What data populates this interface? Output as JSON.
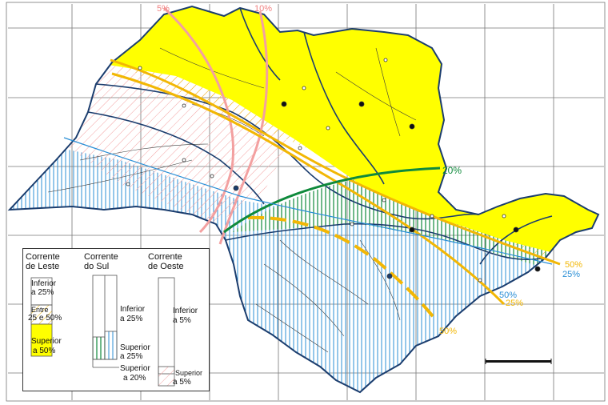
{
  "map": {
    "colors": {
      "east": "#ffff00",
      "east_border": "#f2b705",
      "south": "#2b8fd6",
      "west": "#f3a0a0",
      "green_line": "#0f8a3c",
      "outline": "#1b3d6e",
      "rivers": "#3a3a3a",
      "grid": "#777777"
    },
    "isoline_labels": {
      "west_5": "5%",
      "west_10": "10%",
      "green_20": "20%",
      "yellow_50_right": "50%",
      "blue_25_right": "25%",
      "blue_50_right": "50%",
      "yellow_25_right": "25%",
      "yellow_50_bottom": "50%"
    }
  },
  "legend": {
    "east": {
      "title_line1": "Corrente",
      "title_line2": "de Leste",
      "items": [
        {
          "label1": "Inferior",
          "label2": "a 25%"
        },
        {
          "label1": "Entre",
          "label2": "25 e 50%"
        },
        {
          "label1": "Superior",
          "label2": "a 50%"
        }
      ]
    },
    "south": {
      "title_line1": "Corrente",
      "title_line2": "do Sul",
      "items": [
        {
          "label1": "Inferior",
          "label2": "a 25%"
        },
        {
          "label1": "Superior",
          "label2": "a 25%"
        },
        {
          "label1": "Superior",
          "label2": "a 20%"
        }
      ]
    },
    "west": {
      "title_line1": "Corrente",
      "title_line2": "de Oeste",
      "items": [
        {
          "label1": "Inferior",
          "label2": "a 5%"
        },
        {
          "label1": "Superior",
          "label2": "a 5%"
        }
      ]
    }
  }
}
